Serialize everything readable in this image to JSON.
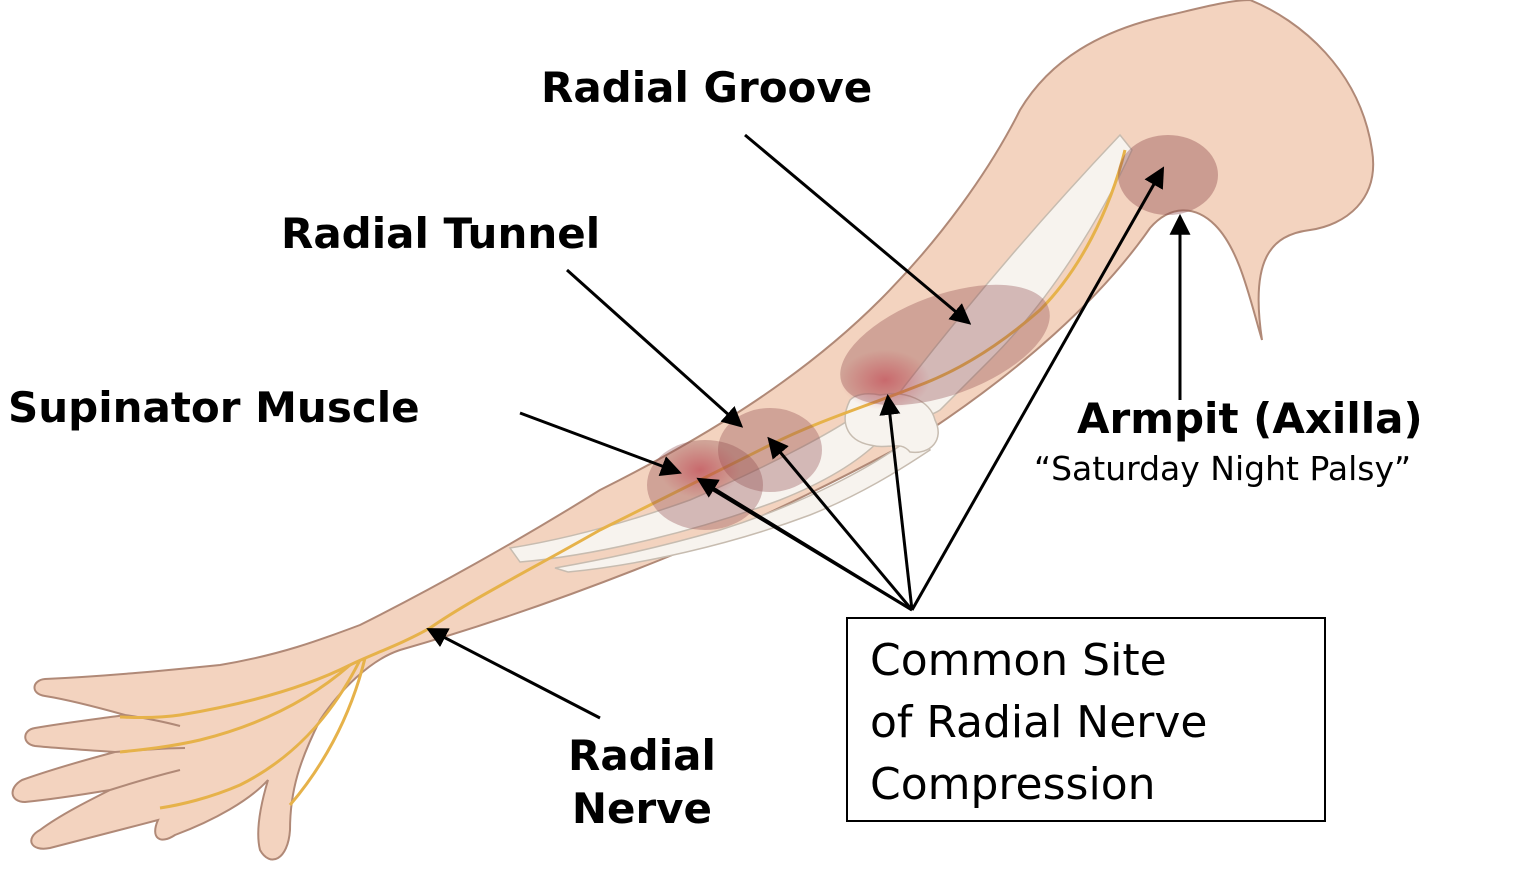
{
  "labels": {
    "radial_groove": "Radial Groove",
    "radial_tunnel": "Radial Tunnel",
    "supinator_muscle": "Supinator Muscle",
    "armpit": "Armpit (Axilla)",
    "saturday_night_palsy": "“Saturday Night Palsy”",
    "radial_nerve_line1": "Radial",
    "radial_nerve_line2": "Nerve"
  },
  "callout_box": {
    "line1": "Common Site",
    "line2": "of Radial Nerve",
    "line3": "Compression"
  },
  "colors": {
    "skin": "#f3d3bf",
    "skin_outline": "#a07b6c",
    "bone": "#f7f3ee",
    "nerve": "#e6b24a",
    "compression_site": "#8f4a4e",
    "arrow": "#000000"
  }
}
